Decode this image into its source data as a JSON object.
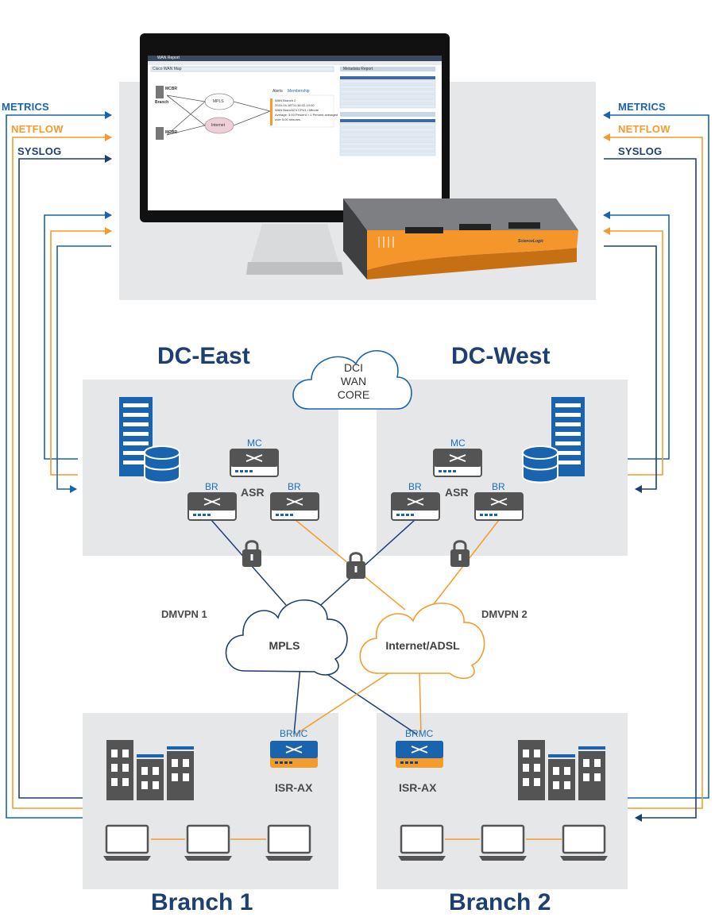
{
  "colors": {
    "navy": "#1d3f72",
    "blue": "#1a63ae",
    "orange": "#f39c2c",
    "panel": "#e6e7e9",
    "grey": "#545454"
  },
  "flows": {
    "metrics": "METRICS",
    "netflow": "NETFLOW",
    "syslog": "SYSLOG"
  },
  "sites": {
    "dc_east": "DC-East",
    "dc_west": "DC-West",
    "branch1": "Branch 1",
    "branch2": "Branch 2"
  },
  "clouds": {
    "dci_line1": "DCI",
    "dci_line2": "WAN",
    "dci_line3": "CORE",
    "mpls": "MPLS",
    "internet": "Internet/ADSL"
  },
  "devices": {
    "mc": "MC",
    "br": "BR",
    "asr": "ASR",
    "brmc": "BRMC",
    "isr": "ISR-AX"
  },
  "overlays": {
    "dmvpn1": "DMVPN 1",
    "dmvpn2": "DMVPN 2"
  },
  "screen": {
    "window_title": "WAN Report",
    "map_title": "Cisco WAN Map",
    "branch": "Branch",
    "mcbr_top": "MCBR",
    "mcbr_bottom": "MCBR",
    "mpls": "MPLS",
    "internet": "Internet",
    "tab_alerts": "Alerts",
    "tab_membership": "Membership",
    "alert_title": "WAN Branch 2",
    "alert_line1": "2016-04-18T11:36:02-10:00",
    "alert_line2": "WAN Branch2's CPU1 / Minute",
    "alert_line3": "Average: 3.00 Percent > 1 Percent averaged",
    "alert_line4": "over 5.00 minutes.",
    "panel_title": "Metadata Report",
    "vendor": "ScienceLogic"
  }
}
